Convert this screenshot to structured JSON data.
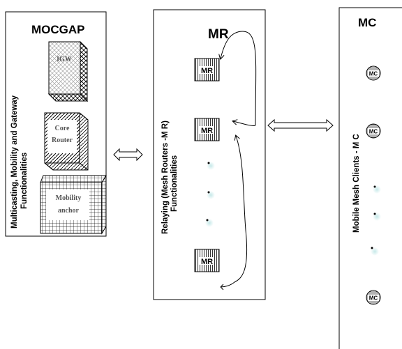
{
  "panels": {
    "left": {
      "title": "MOCGAP",
      "vertical_label_line1": "Multicasting, Mobility and Gateway",
      "vertical_label_line2": "Functionalities",
      "boxes": [
        {
          "label_lines": [
            "IGW"
          ],
          "pattern": "crosshatch"
        },
        {
          "label_lines": [
            "Core",
            "Router"
          ],
          "pattern": "diagonal"
        },
        {
          "label_lines": [
            "Mobility",
            "anchor"
          ],
          "pattern": "grid"
        }
      ]
    },
    "middle": {
      "title": "MR",
      "vertical_label_line1": "Relaying (Mesh Routers -M R)",
      "vertical_label_line2": "Functionalities",
      "routers": [
        "MR",
        "MR",
        "MR"
      ]
    },
    "right": {
      "title": "MC",
      "vertical_label": "Mobile Mesh Clients - M C",
      "clients": [
        "MC",
        "MC",
        "MC"
      ]
    }
  },
  "colors": {
    "stroke": "#000000",
    "background": "#ffffff",
    "glow": "#bfe6e6"
  },
  "icons": {
    "connector_left": "double-arrow",
    "connector_right": "double-arrow"
  }
}
